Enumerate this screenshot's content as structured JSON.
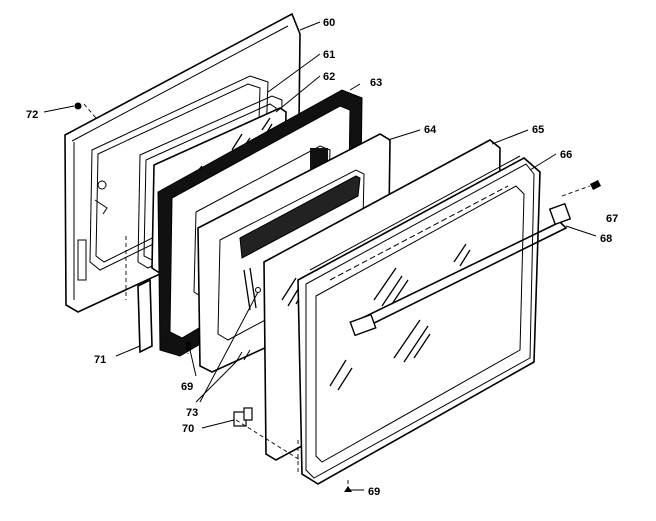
{
  "diagram": {
    "callouts": {
      "c60": "60",
      "c61": "61",
      "c62": "62",
      "c63": "63",
      "c64": "64",
      "c65": "65",
      "c66": "66",
      "c67": "67",
      "c68": "68",
      "c69a": "69",
      "c69b": "69",
      "c70": "70",
      "c71": "71",
      "c72": "72",
      "c73": "73"
    }
  }
}
